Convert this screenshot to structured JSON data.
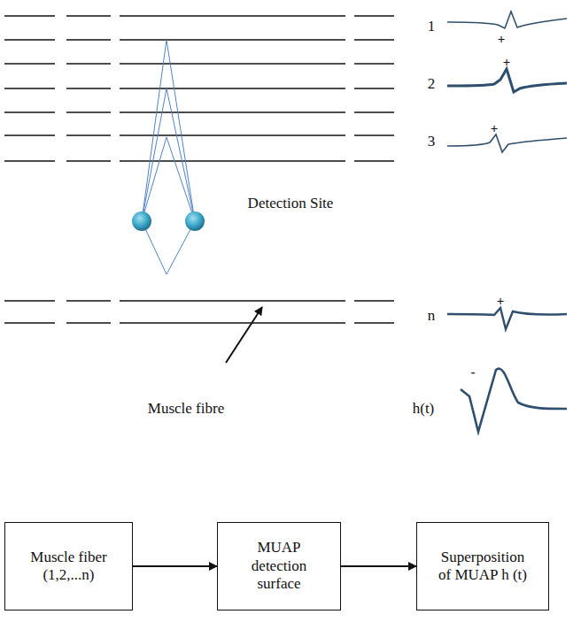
{
  "diagram": {
    "nodes": [
      {
        "text": [
          "Muscle fiber (1,2,...n)"
        ]
      },
      {
        "text": [
          "MUAP detection surface"
        ]
      },
      {
        "text": [
          "Superposition of MUAP h (t)"
        ]
      }
    ],
    "edges": [
      {
        "from": 0,
        "to": 1,
        "arrow": "to"
      },
      {
        "from": 1,
        "to": 2,
        "arrow": "to"
      }
    ],
    "labels": [
      "1",
      "+",
      "2",
      "+",
      "3",
      "+",
      "Detection Site",
      "n",
      "+",
      "Muscle fibre",
      "h(t)",
      "-"
    ]
  }
}
